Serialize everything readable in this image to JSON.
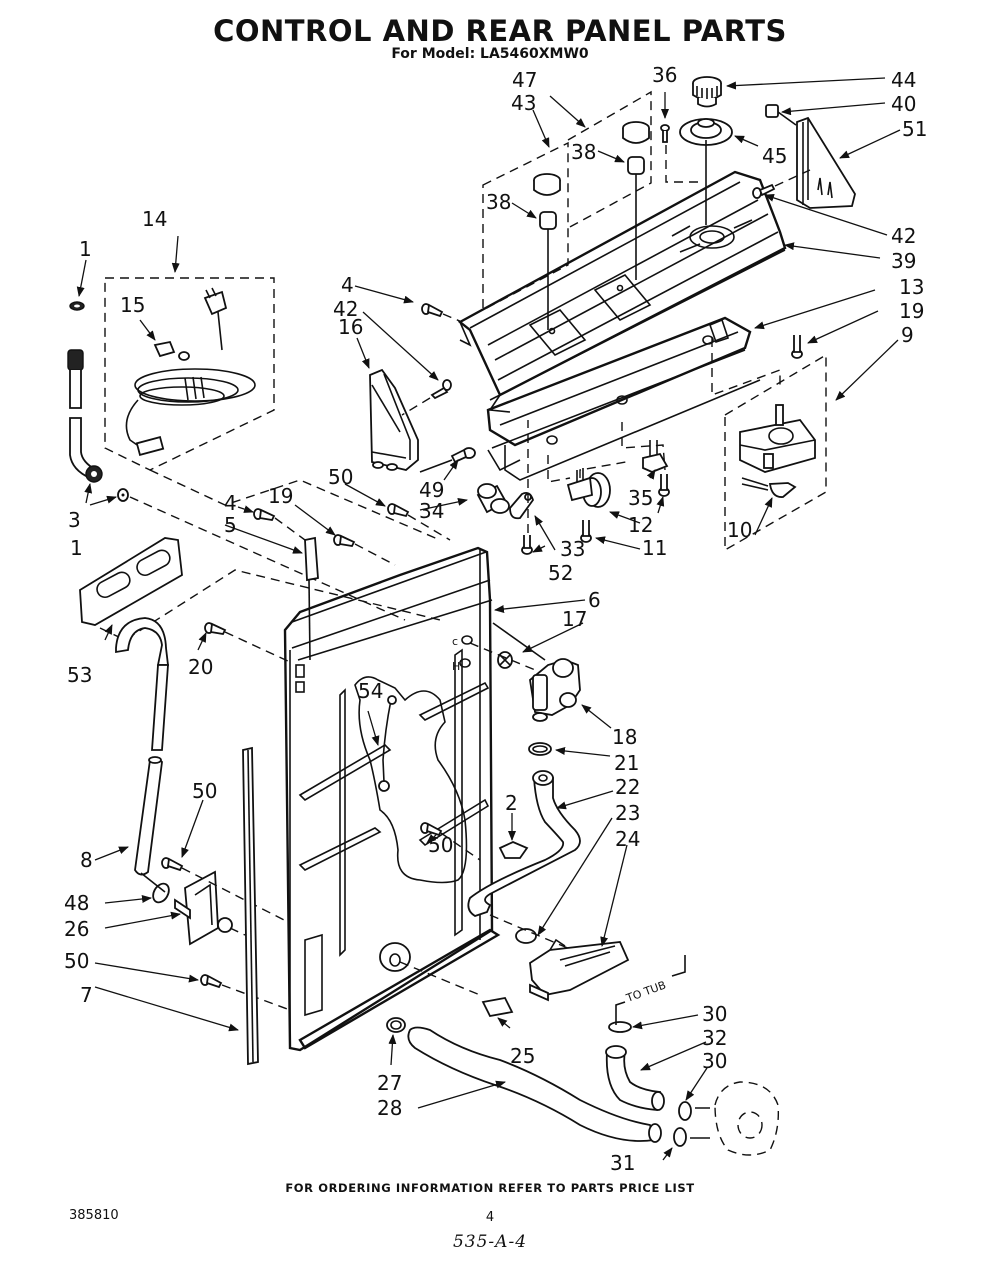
{
  "header": {
    "title": "CONTROL AND REAR PANEL PARTS",
    "model_line": "For Model: LA5460XMW0"
  },
  "diagram": {
    "callouts": [
      {
        "id": "c1a",
        "label": "1"
      },
      {
        "id": "c1b",
        "label": "1"
      },
      {
        "id": "c2",
        "label": "2"
      },
      {
        "id": "c3",
        "label": "3"
      },
      {
        "id": "c4a",
        "label": "4"
      },
      {
        "id": "c4b",
        "label": "4"
      },
      {
        "id": "c5",
        "label": "5"
      },
      {
        "id": "c6",
        "label": "6"
      },
      {
        "id": "c7",
        "label": "7"
      },
      {
        "id": "c8",
        "label": "8"
      },
      {
        "id": "c9",
        "label": "9"
      },
      {
        "id": "c10",
        "label": "10"
      },
      {
        "id": "c11",
        "label": "11"
      },
      {
        "id": "c12",
        "label": "12"
      },
      {
        "id": "c13",
        "label": "13"
      },
      {
        "id": "c14",
        "label": "14"
      },
      {
        "id": "c15",
        "label": "15"
      },
      {
        "id": "c16",
        "label": "16"
      },
      {
        "id": "c17",
        "label": "17"
      },
      {
        "id": "c18",
        "label": "18"
      },
      {
        "id": "c19a",
        "label": "19"
      },
      {
        "id": "c19b",
        "label": "19"
      },
      {
        "id": "c20",
        "label": "20"
      },
      {
        "id": "c21",
        "label": "21"
      },
      {
        "id": "c22",
        "label": "22"
      },
      {
        "id": "c23",
        "label": "23"
      },
      {
        "id": "c24",
        "label": "24"
      },
      {
        "id": "c25",
        "label": "25"
      },
      {
        "id": "c26",
        "label": "26"
      },
      {
        "id": "c27",
        "label": "27"
      },
      {
        "id": "c28",
        "label": "28"
      },
      {
        "id": "c30a",
        "label": "30"
      },
      {
        "id": "c30b",
        "label": "30"
      },
      {
        "id": "c31",
        "label": "31"
      },
      {
        "id": "c32",
        "label": "32"
      },
      {
        "id": "c33",
        "label": "33"
      },
      {
        "id": "c34",
        "label": "34"
      },
      {
        "id": "c35",
        "label": "35"
      },
      {
        "id": "c36",
        "label": "36"
      },
      {
        "id": "c38a",
        "label": "38"
      },
      {
        "id": "c38b",
        "label": "38"
      },
      {
        "id": "c39",
        "label": "39"
      },
      {
        "id": "c40",
        "label": "40"
      },
      {
        "id": "c42a",
        "label": "42"
      },
      {
        "id": "c42b",
        "label": "42"
      },
      {
        "id": "c43",
        "label": "43"
      },
      {
        "id": "c44",
        "label": "44"
      },
      {
        "id": "c45",
        "label": "45"
      },
      {
        "id": "c47",
        "label": "47"
      },
      {
        "id": "c48",
        "label": "48"
      },
      {
        "id": "c49",
        "label": "49"
      },
      {
        "id": "c50a",
        "label": "50"
      },
      {
        "id": "c50b",
        "label": "50"
      },
      {
        "id": "c50c",
        "label": "50"
      },
      {
        "id": "c50d",
        "label": "50"
      },
      {
        "id": "c51",
        "label": "51"
      },
      {
        "id": "c52",
        "label": "52"
      },
      {
        "id": "c53",
        "label": "53"
      },
      {
        "id": "c54",
        "label": "54"
      }
    ],
    "to_tub_label": "TO TUB"
  },
  "footer": {
    "ordering_note": "FOR ORDERING INFORMATION REFER TO PARTS PRICE LIST",
    "document_number": "385810",
    "page_number": "4",
    "handwritten_code": "535-A-4"
  }
}
